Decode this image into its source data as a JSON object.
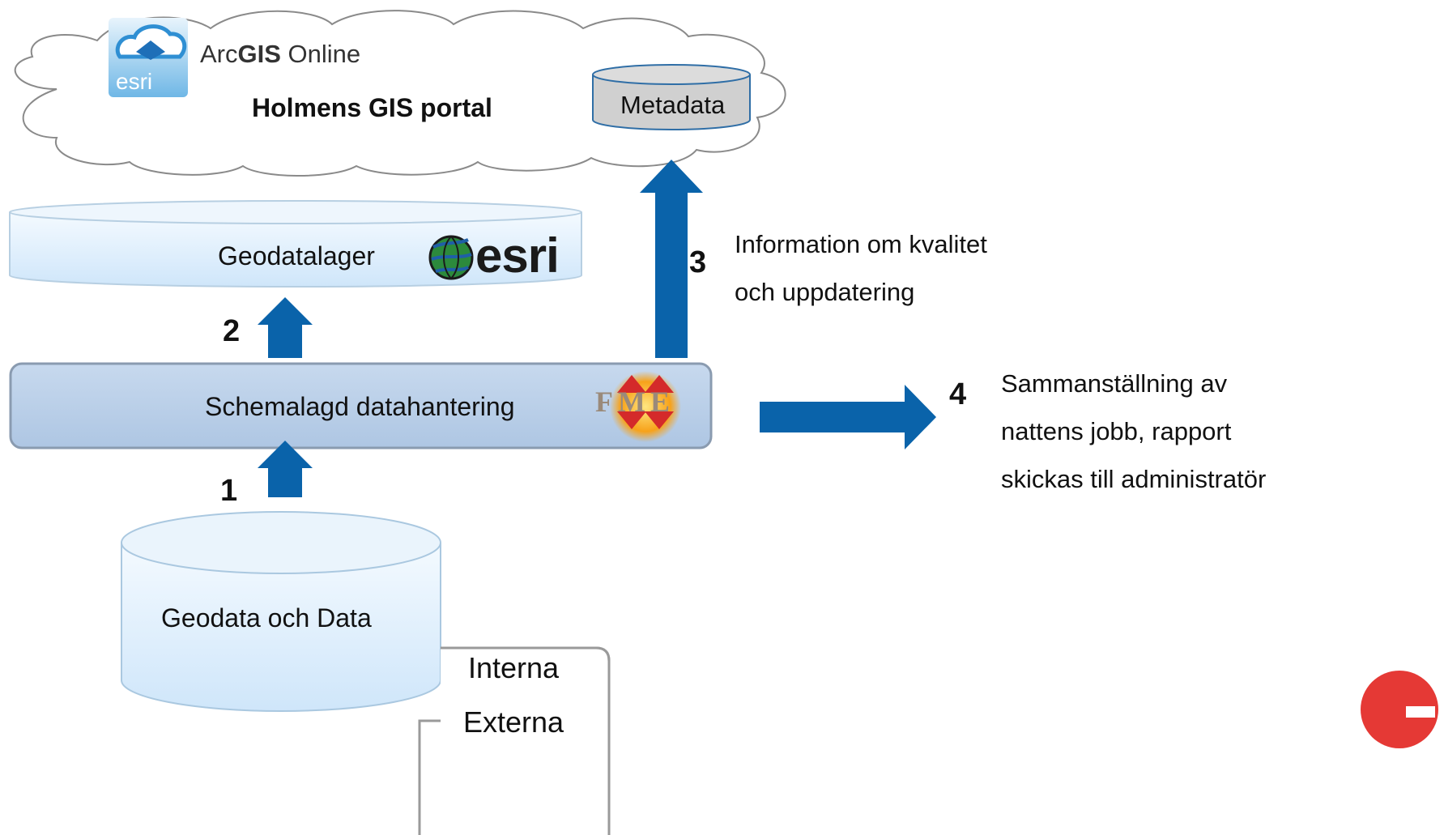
{
  "cloud": {
    "logo_text": "esri",
    "product_name_prefix": "Arc",
    "product_name_bold": "GIS",
    "product_name_suffix": " Online",
    "portal_title": "Holmens GIS portal",
    "metadata_label": "Metadata"
  },
  "geodatalager": {
    "label": "Geodatalager",
    "brand": "esri"
  },
  "schemalagd": {
    "label": "Schemalagd datahantering",
    "logo_text": "FME"
  },
  "source": {
    "label": "Geodata och Data",
    "internal": "Interna",
    "external": "Externa"
  },
  "steps": [
    {
      "number": "1"
    },
    {
      "number": "2"
    },
    {
      "number": "3",
      "line1": "Information om kvalitet",
      "line2": "och uppdatering"
    },
    {
      "number": "4",
      "line1": "Sammanställning av",
      "line2": "nattens jobb, rapport",
      "line3": "skickas till administratör"
    }
  ],
  "colors": {
    "arrow": "#0a63aa",
    "cylinder_fill": "#d9ecfb",
    "cylinder_stroke": "#aac8e0",
    "process_fill": "#b7cde8",
    "process_stroke": "#8a9bb0",
    "metadata_fill": "#d0d0d0",
    "metadata_stroke": "#2f6ea6",
    "corner_logo": "#e53935"
  }
}
